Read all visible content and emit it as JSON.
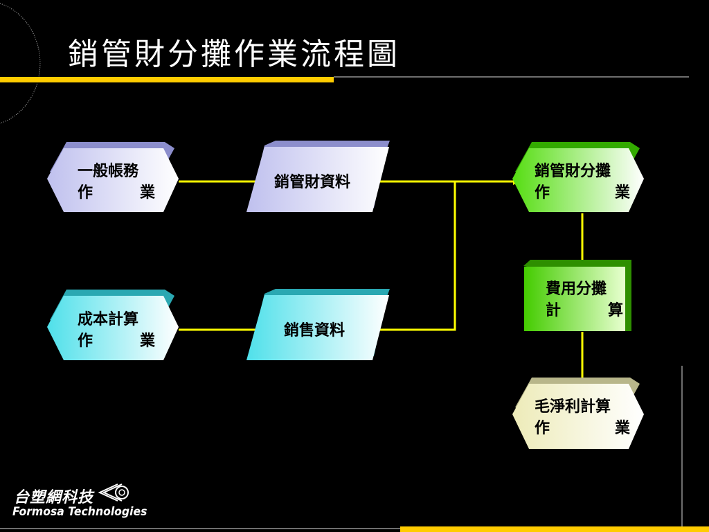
{
  "slide": {
    "title": "銷管財分攤作業流程圖"
  },
  "nodes": {
    "general_ledger": {
      "line1": "一般帳務",
      "line2_left": "作",
      "line2_right": "業"
    },
    "sga_data": {
      "label": "銷管財資料"
    },
    "sga_allocation": {
      "line1": "銷管財分攤",
      "line2_left": "作",
      "line2_right": "業"
    },
    "cost_accounting": {
      "line1": "成本計算",
      "line2_left": "作",
      "line2_right": "業"
    },
    "sales_data": {
      "label": "銷售資料"
    },
    "expense_allocation_calc": {
      "line1": "費用分攤",
      "line2_left": "計",
      "line2_right": "算"
    },
    "gross_net_profit": {
      "line1": "毛淨利計算",
      "line2_left": "作",
      "line2_right": "業"
    }
  },
  "logo": {
    "chinese": "台塑網科技",
    "english": "Formosa Technologies"
  },
  "colors": {
    "background": "#000000",
    "accent_yellow": "#FFCC00",
    "connector_yellow": "#FFFF00",
    "lavender": "#C8C8F0",
    "cyan": "#66E6EE",
    "green": "#66DD22",
    "cream": "#F4F2D0"
  }
}
